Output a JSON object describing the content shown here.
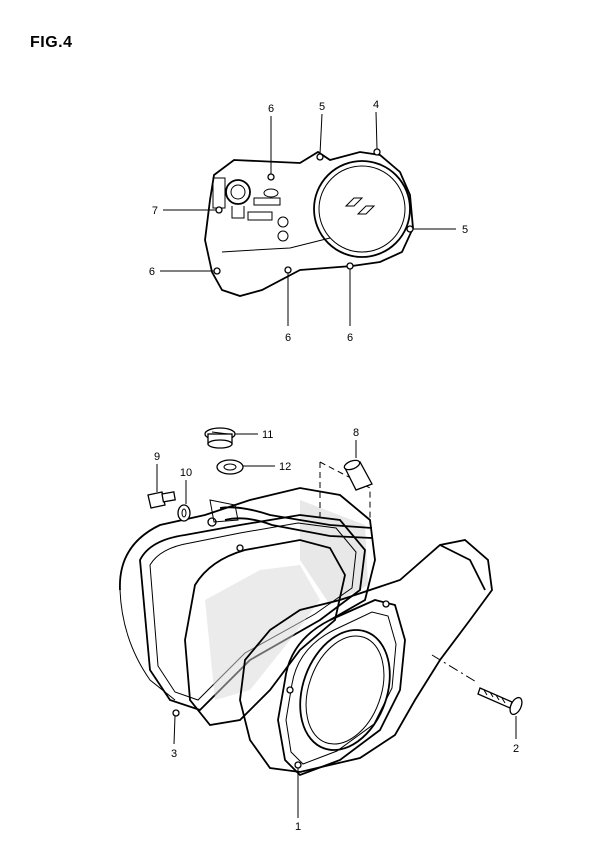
{
  "figure": {
    "title": "FIG.4"
  },
  "upper_callouts": [
    "6",
    "5",
    "4",
    "7",
    "5",
    "6",
    "6",
    "6"
  ],
  "lower_callouts": [
    "11",
    "12",
    "8",
    "9",
    "10",
    "3",
    "2",
    "1"
  ],
  "colors": {
    "ink": "#000000",
    "paper": "#ffffff",
    "stipple": "#d8d8d8"
  }
}
